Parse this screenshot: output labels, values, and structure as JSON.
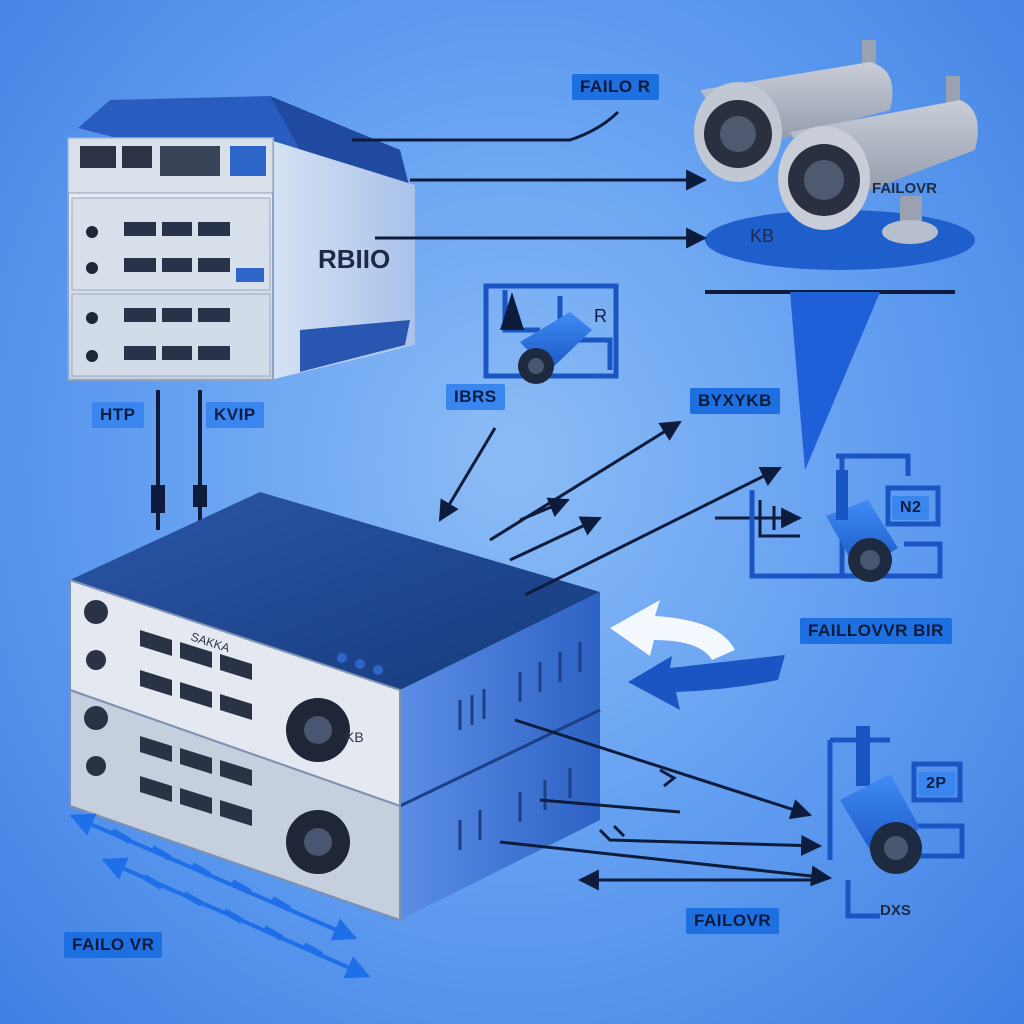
{
  "labels": {
    "top_failover": "FAILO R",
    "cam_body": "FAILOVR",
    "cam_base": "KB",
    "rack_name": "RBIIO",
    "http": "HTP",
    "kvip": "KVIP",
    "ibrs": "IBRS",
    "small_cam_r": "R",
    "arrow_label": "BYXYKB",
    "right_n2": "N2",
    "failover_right": "FAILLOVVR BIR",
    "right_2p": "2P",
    "bottom_failover_right": "FAILOVR",
    "bottom_failover_left": "FAILO VR",
    "bottom_cam_tag": "DXS",
    "switch_tag": "KB",
    "switch_brand": "SAKKA"
  },
  "colors": {
    "label_bg": "#1e6fe0",
    "arrow": "#0d1c3c",
    "accent_blue": "#1f6fe8",
    "chassis_light": "#e8edf5",
    "chassis_dark": "#1f3d78"
  }
}
